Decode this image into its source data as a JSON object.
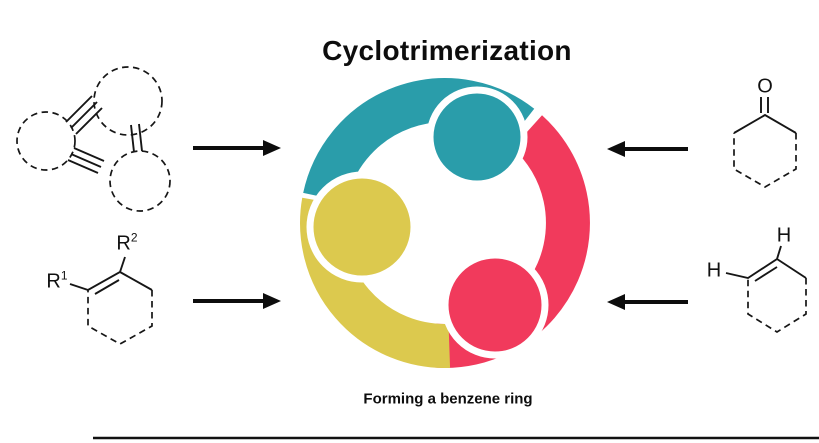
{
  "title": "Cyclotrimerization",
  "caption": "Forming a benzene ring",
  "colors": {
    "teal": "#2A9DAA",
    "yellow": "#DCC94E",
    "red": "#F13A5C"
  },
  "labels": {
    "alkene": {
      "r1_base": "R",
      "r1_sup": "1",
      "r2_base": "R",
      "r2_sup": "2"
    },
    "ketone": {
      "oxygen": "O"
    },
    "vinyl": {
      "h_left": "H",
      "h_top": "H"
    }
  },
  "structures": {
    "top_left": "three-alkynes-dashed-macrocycle",
    "bottom_left": "substituted-alkene",
    "top_right": "cyclohexanone",
    "bottom_right": "vinyl-alkene"
  },
  "arrows": [
    {
      "name": "top-left-arrow",
      "direction": "right"
    },
    {
      "name": "bottom-left-arrow",
      "direction": "right"
    },
    {
      "name": "top-right-arrow",
      "direction": "left"
    },
    {
      "name": "bottom-right-arrow",
      "direction": "left"
    }
  ]
}
